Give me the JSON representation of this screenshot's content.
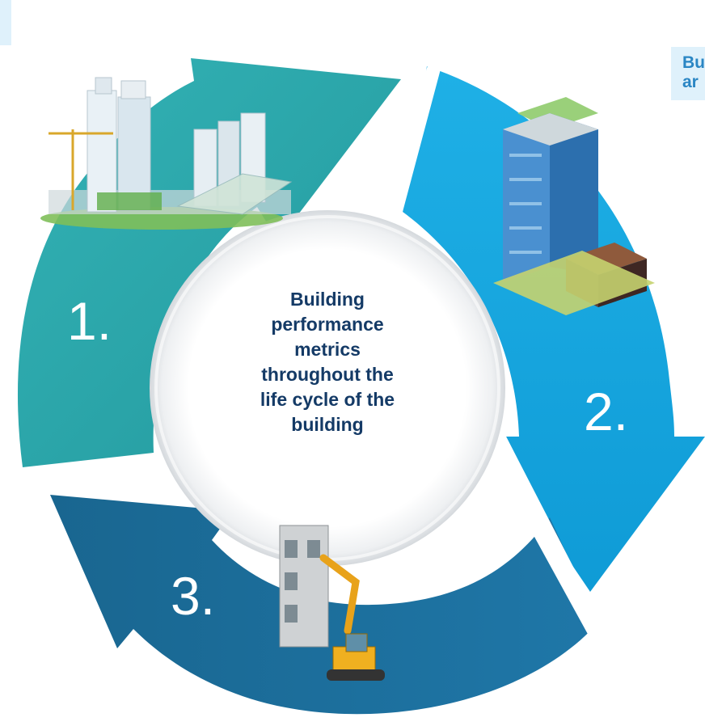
{
  "callout_right": {
    "line1": "Bu",
    "line2": "ar"
  },
  "center_title": [
    "Building",
    "performance",
    "metrics",
    "throughout the",
    "life cycle of the",
    "building"
  ],
  "steps": [
    {
      "number": "1.",
      "color": "#2aa6ac",
      "illustration": "city-skyline-construction-icon"
    },
    {
      "number": "2.",
      "color": "#1aa7df",
      "illustration": "office-building-icon"
    },
    {
      "number": "3.",
      "color": "#1d6f9e",
      "illustration": "excavator-demolition-icon"
    }
  ],
  "colors": {
    "teal": "#2aa6ac",
    "sky_blue": "#1aa7df",
    "dark_blue": "#1d6f9e",
    "title_navy": "#143a66",
    "callout_bg": "#dff1fb",
    "callout_text": "#2a86c4"
  }
}
